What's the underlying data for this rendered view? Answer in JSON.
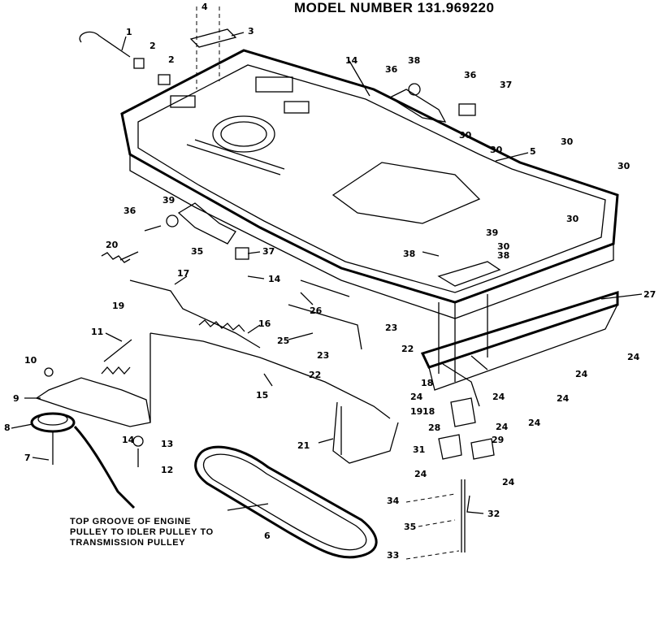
{
  "header": {
    "title": "MODEL NUMBER 131.969220"
  },
  "note": {
    "lines": [
      "TOP GROOVE OF ENGINE",
      "PULLEY TO IDLER PULLEY TO",
      "TRANSMISSION PULLEY"
    ]
  },
  "callouts": [
    "1",
    "2",
    "2",
    "3",
    "4",
    "5",
    "6",
    "7",
    "8",
    "9",
    "10",
    "11",
    "12",
    "13",
    "14",
    "14",
    "14",
    "15",
    "16",
    "17",
    "18",
    "18",
    "19",
    "19",
    "20",
    "21",
    "22",
    "22",
    "23",
    "23",
    "24",
    "24",
    "24",
    "24",
    "24",
    "24",
    "24",
    "24",
    "24",
    "25",
    "26",
    "27",
    "28",
    "29",
    "30",
    "30",
    "30",
    "30",
    "30",
    "30",
    "31",
    "32",
    "33",
    "34",
    "35",
    "35",
    "36",
    "36",
    "36",
    "37",
    "37",
    "38",
    "38",
    "38",
    "39",
    "39"
  ]
}
